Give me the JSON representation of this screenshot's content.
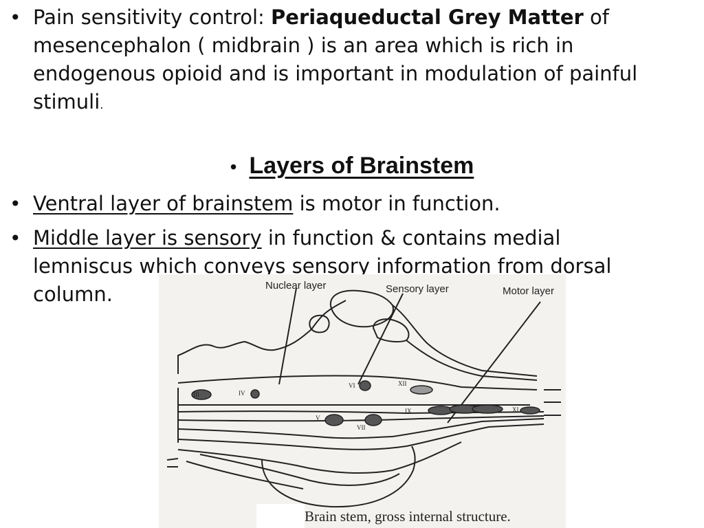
{
  "bullets": {
    "b1_pre": "Pain sensitivity control: ",
    "b1_bold": "Periaqueductal Grey Matter",
    "b1_l1_end": " of",
    "b1_l2": "mesencephalon ( midbrain ) is an area which is rich in",
    "b1_l3": "endogenous opioid and is important in modulation of painful",
    "b1_l4": "stimuli",
    "b1_l4_dot": ".",
    "heading": "Layers of Brainstem",
    "b2_u": "Ventral layer of brainstem",
    "b2_rest": " is motor in function.",
    "b3_u": "Middle layer is sensory",
    "b3_rest": " in function & contains medial",
    "b3_l2": "lemniscus which conveys sensory information from dorsal",
    "b3_l3": "column."
  },
  "figure": {
    "label_nuclear": "Nuclear layer",
    "label_sensory": "Sensory layer",
    "label_motor": "Motor layer",
    "caption": "Brain stem, gross internal structure.",
    "nerve_labels": [
      "III",
      "IV",
      "VI",
      "XII",
      "V",
      "VII",
      "IX",
      "XI"
    ]
  }
}
